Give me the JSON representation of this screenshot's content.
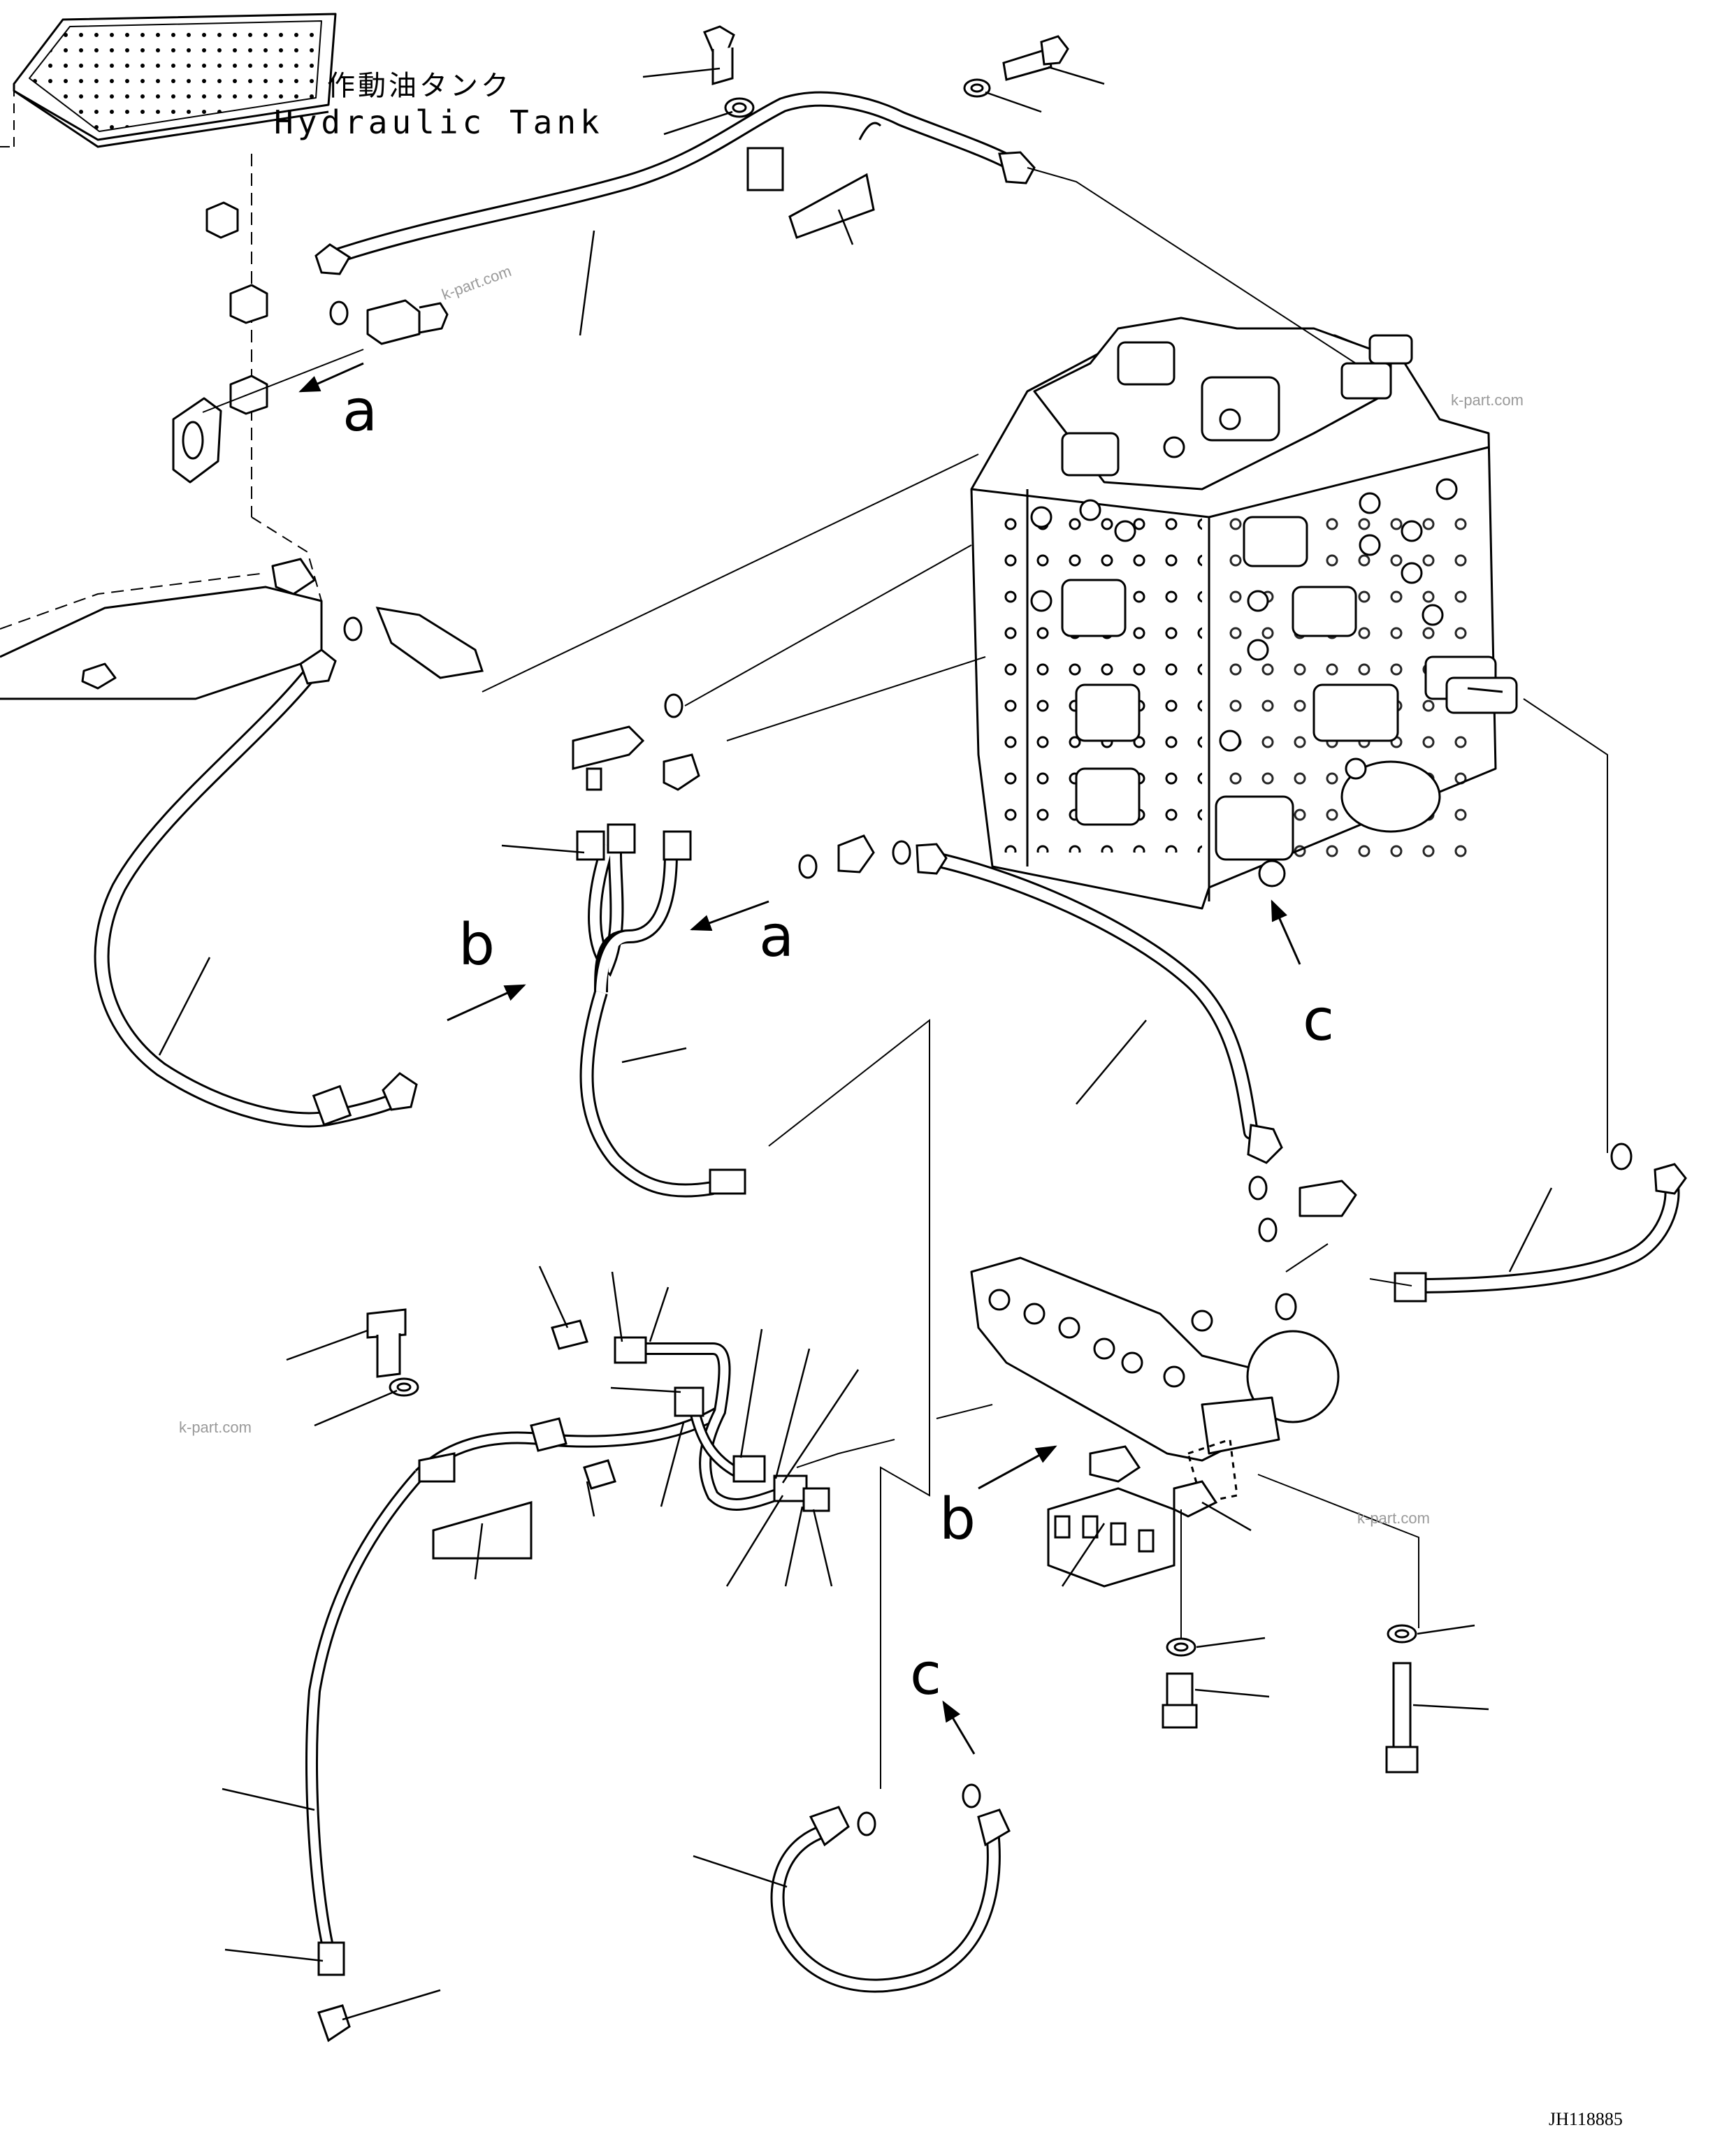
{
  "tank": {
    "label_jp": "作動油タンク",
    "label_en": "Hydraulic Tank"
  },
  "callouts": {
    "a": "a",
    "b": "b",
    "c": "c"
  },
  "watermark": "k-part.com",
  "drawing_number": "JH118885"
}
